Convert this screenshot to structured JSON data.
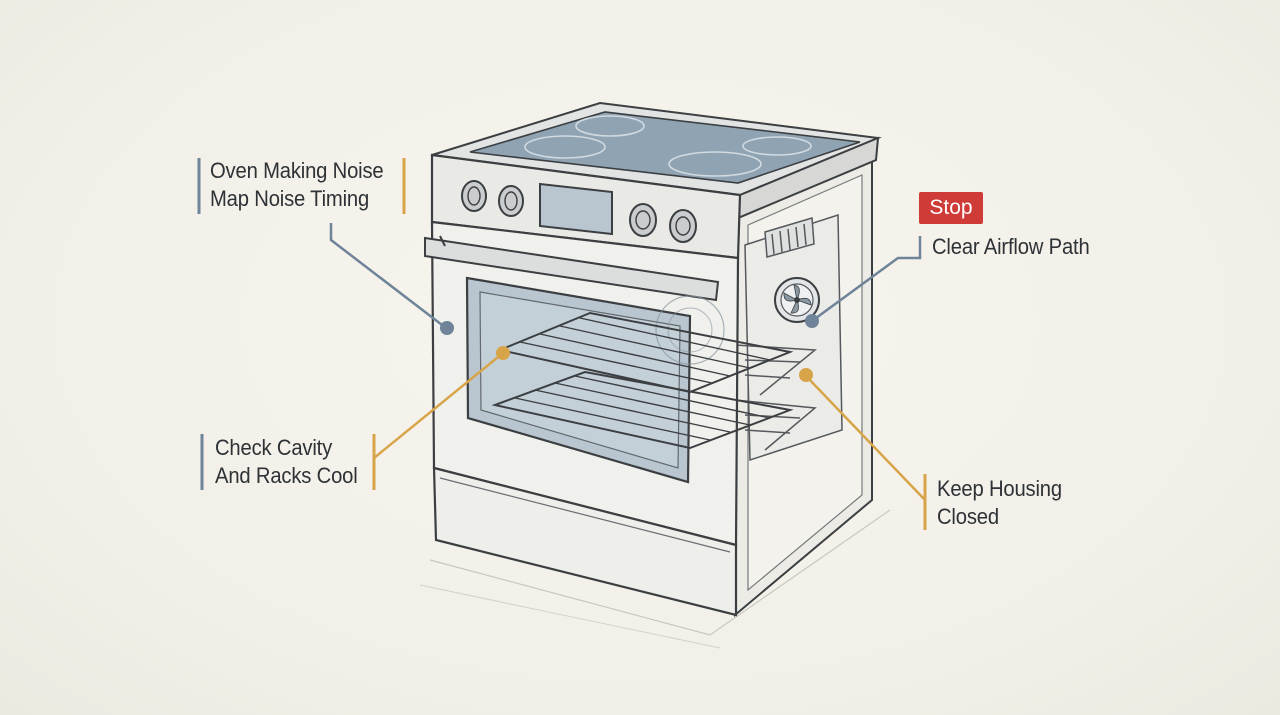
{
  "callouts": {
    "noise": {
      "line1": "Oven Making Noise",
      "line2": "Map Noise Timing",
      "left_color": "#6f8499",
      "right_color": "#d8a449"
    },
    "airflow": {
      "badge": "Stop",
      "text": "Clear Airflow Path",
      "badge_color": "#cf3b36",
      "line_color": "#6f8499"
    },
    "cavity": {
      "line1": "Check Cavity",
      "line2": "And Racks Cool",
      "left_color": "#6f8499",
      "right_color": "#d8a449"
    },
    "housing": {
      "line1": "Keep Housing",
      "line2": "Closed",
      "line_color": "#d8a449"
    }
  },
  "palette": {
    "background": "#f3f1ea",
    "ink": "#3c3f42",
    "steel_blue": "#6f8499",
    "amber": "#d8a449",
    "glass": "#b9c6d0",
    "cooktop": "#8fa3b3"
  },
  "icons": [
    "oven-range-illustration",
    "control-knob-icon",
    "convection-fan-icon",
    "callout-dot-icon"
  ]
}
